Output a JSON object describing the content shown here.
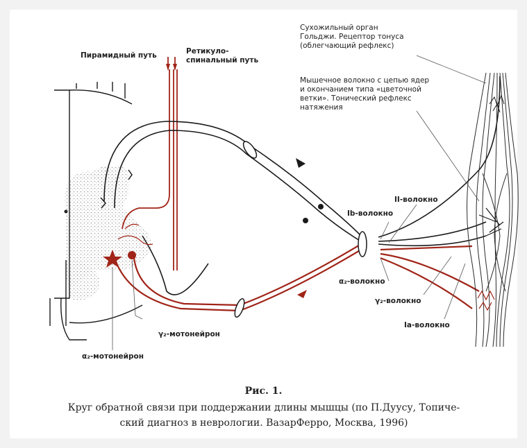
{
  "labels": {
    "pyramidal": "Пирамидный путь",
    "reticulo_1": "Ретикуло-",
    "reticulo_2": "спинальный путь",
    "golgi_1": "Сухожильный орган",
    "golgi_2": "Гольджи. Рецептор тонуса",
    "golgi_3": "(облегчающий рефлекс)",
    "fiber_1": "Мышечное волокно с цепью ядер",
    "fiber_2": "и окончанием типа «цветочной",
    "fiber_3": "ветки». Тонический рефлекс",
    "fiber_4": "натяжения",
    "ii_fiber": "II-волокно",
    "ib_fiber": "Ib-волокно",
    "alpha2_fiber": "α₂-волокно",
    "gamma2_fiber": "γ₂-волокно",
    "ia_fiber": "Ia-волокно",
    "gamma2_motoneuron": "γ₂-мотонейрон",
    "alpha2_motoneuron": "α₂-мотонейрон"
  },
  "caption": {
    "title": "Рис. 1.",
    "line1": "Круг обратной связи при поддержании длины мышцы (по П.Дуусу, Топиче-",
    "line2": "ский диагноз в неврологии. ВазарФерро, Москва, 1996)"
  },
  "colors": {
    "efferent": "#a02418",
    "afferent": "#1a1a1a",
    "grey_matter": "#b8b8b8"
  }
}
